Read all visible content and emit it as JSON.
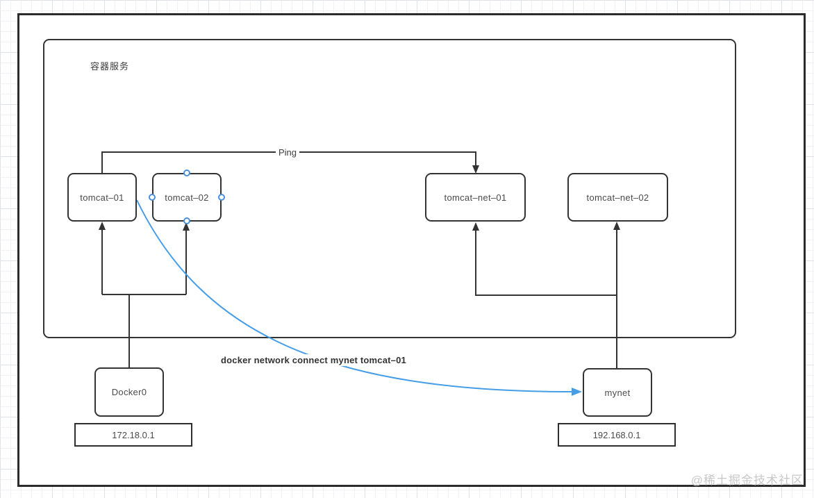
{
  "diagram": {
    "group": {
      "label": "容器服务"
    },
    "nodes": [
      {
        "id": "tomcat-01",
        "label": "tomcat–01"
      },
      {
        "id": "tomcat-02",
        "label": "tomcat–02"
      },
      {
        "id": "tomcat-net-01",
        "label": "tomcat–net–01"
      },
      {
        "id": "tomcat-net-02",
        "label": "tomcat–net–02"
      },
      {
        "id": "docker0",
        "label": "Docker0"
      },
      {
        "id": "mynet",
        "label": "mynet"
      }
    ],
    "ip_labels": [
      {
        "attached_to": "docker0",
        "value": "172.18.0.1"
      },
      {
        "attached_to": "mynet",
        "value": "192.168.0.1"
      }
    ],
    "edges": {
      "ping_label": "Ping",
      "connect_command": "docker network connect mynet tomcat–01"
    },
    "colors": {
      "line": "#333333",
      "accent_blue": "#459de8",
      "handle_blue": "#4a90d9",
      "grid": "#dfe3e8",
      "watermark": "#c8c8c8"
    }
  },
  "watermark": {
    "text": "@稀土掘金技术社区"
  }
}
